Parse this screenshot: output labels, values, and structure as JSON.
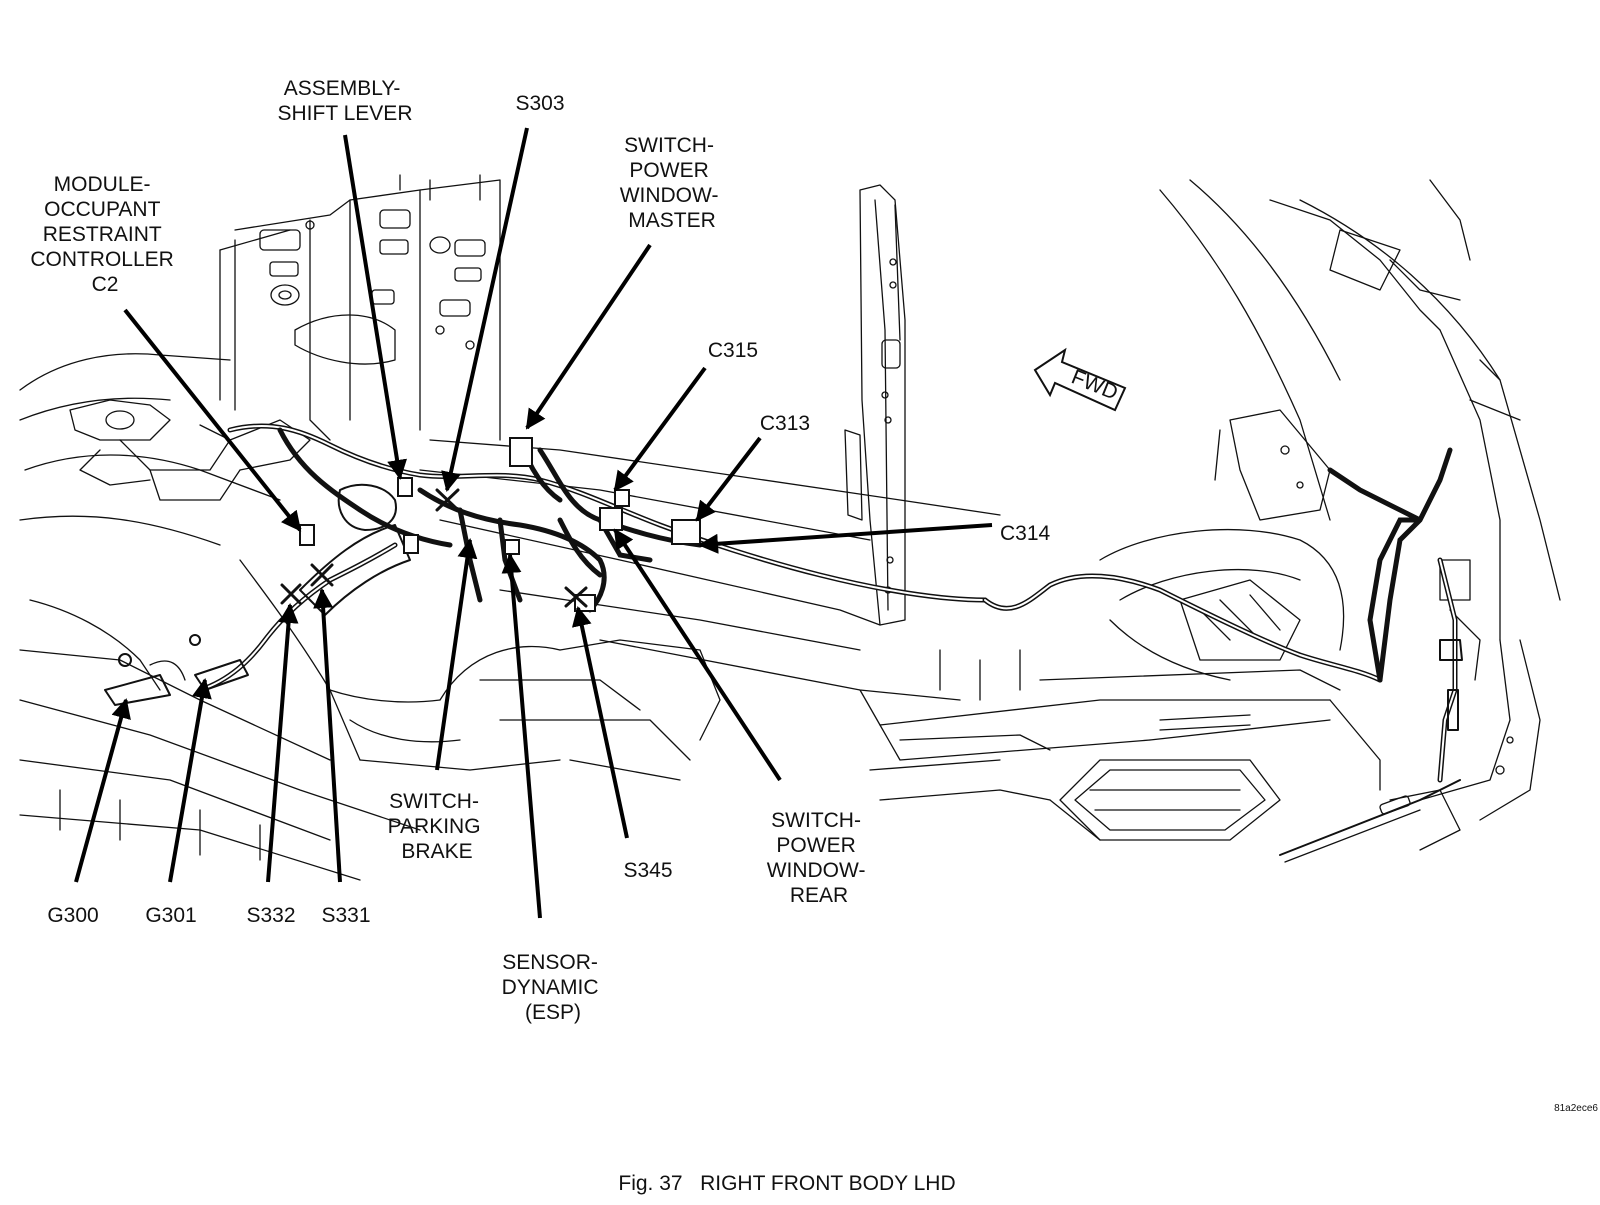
{
  "figure": {
    "caption": "Fig. 37   RIGHT FRONT BODY LHD",
    "code": "81a2ece6",
    "fwd_label": "FWD"
  },
  "callouts": {
    "module_orc": [
      "MODULE-",
      "OCCUPANT",
      "RESTRAINT",
      "CONTROLLER",
      "C2"
    ],
    "shift_lever": [
      "ASSEMBLY-",
      "SHIFT LEVER"
    ],
    "s303": [
      "S303"
    ],
    "switch_pw_master": [
      "SWITCH-",
      "POWER",
      "WINDOW-",
      "MASTER"
    ],
    "c315": [
      "C315"
    ],
    "c313": [
      "C313"
    ],
    "c314": [
      "C314"
    ],
    "g300": [
      "G300"
    ],
    "g301": [
      "G301"
    ],
    "s332": [
      "S332"
    ],
    "s331": [
      "S331"
    ],
    "switch_parking_brake": [
      "SWITCH-",
      "PARKING",
      "BRAKE"
    ],
    "sensor_dynamic": [
      "SENSOR-",
      "DYNAMIC",
      "(ESP)"
    ],
    "s345": [
      "S345"
    ],
    "switch_pw_rear": [
      "SWITCH-",
      "POWER",
      "WINDOW-",
      "REAR"
    ]
  }
}
